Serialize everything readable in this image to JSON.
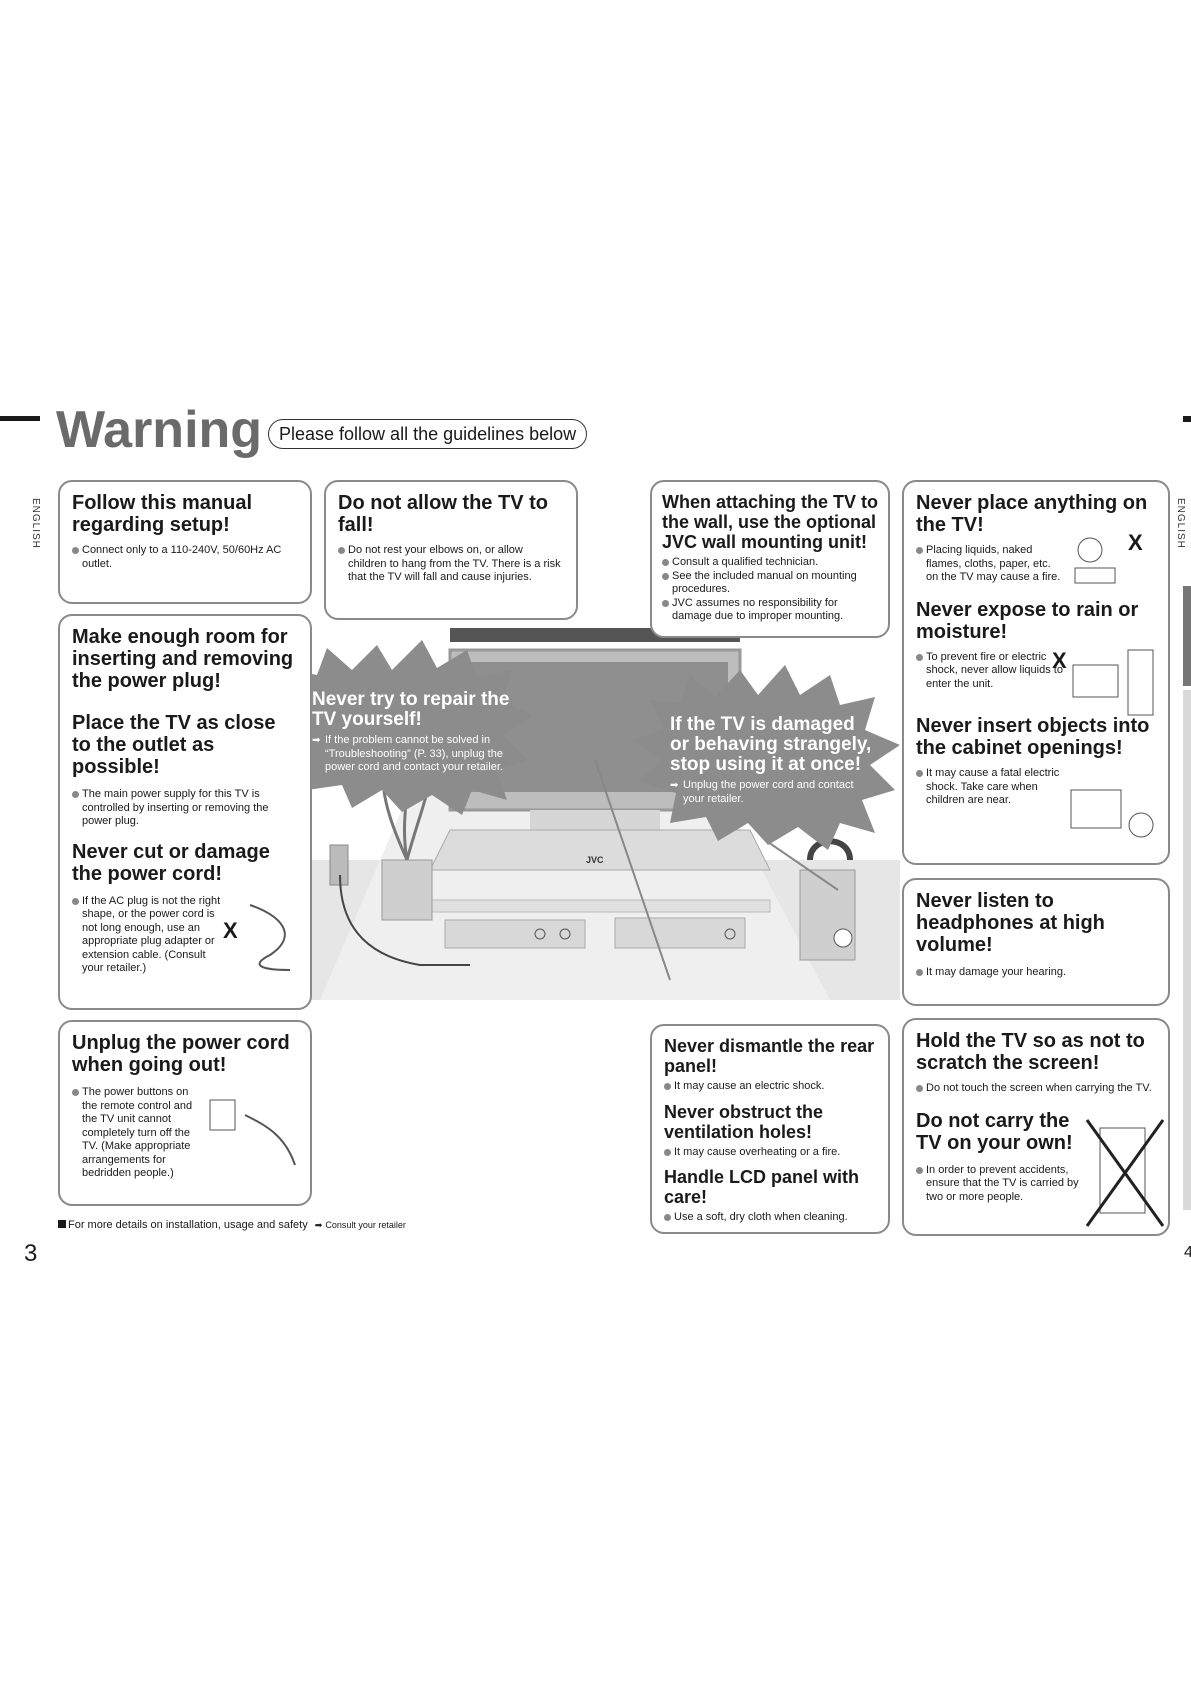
{
  "header": {
    "title": "Warning",
    "subtitle": "Please follow all the guidelines below"
  },
  "side": {
    "language": "ENGLISH"
  },
  "sections": {
    "manual": {
      "heading": "Follow this manual regarding setup!",
      "bullets": [
        "Connect only to a 110-240V, 50/60Hz AC outlet."
      ]
    },
    "fall": {
      "heading": "Do not allow the TV to fall!",
      "bullets": [
        "Do not rest your elbows on, or allow children to hang from the TV. There is a risk that the TV will fall and cause injuries."
      ]
    },
    "wall": {
      "heading": "When attaching the TV to the wall, use the optional JVC wall mounting unit!",
      "bullets": [
        "Consult a qualified technician.",
        "See the included manual on mounting procedures.",
        "JVC assumes no responsibility for damage due to improper mounting."
      ]
    },
    "place": {
      "heading": "Never place anything on the TV!",
      "bullets": [
        "Placing liquids, naked flames, cloths, paper, etc. on the TV may cause a fire."
      ]
    },
    "rain": {
      "heading": "Never expose to rain or moisture!",
      "bullets": [
        "To prevent fire or electric shock, never allow liquids to enter the unit."
      ]
    },
    "insert": {
      "heading": "Never insert objects into the cabinet openings!",
      "bullets": [
        "It may cause a fatal electric shock. Take care when children are near."
      ]
    },
    "room": {
      "heading": "Make enough room for inserting and removing the power plug!"
    },
    "close": {
      "heading": "Place the TV as close to the outlet as possible!",
      "bullets": [
        "The main power supply for this TV is controlled by inserting or removing the power plug."
      ]
    },
    "cord": {
      "heading": "Never cut or damage the power cord!",
      "bullets": [
        "If the AC plug is not the right shape, or the power cord is not long enough, use an appropriate plug adapter or extension cable. (Consult your retailer.)"
      ]
    },
    "repair": {
      "heading": "Never try to repair the TV yourself!",
      "note": "If the problem cannot be solved in “Troubleshooting” (P. 33), unplug the power cord and contact your retailer."
    },
    "damaged": {
      "heading": "If the TV is damaged or behaving strangely, stop using it at once!",
      "note": "Unplug the power cord and contact your retailer."
    },
    "headphones": {
      "heading": "Never listen to headphones at high volume!",
      "bullets": [
        "It may damage your hearing."
      ]
    },
    "unplug": {
      "heading": "Unplug the power cord when going out!",
      "bullets": [
        "The power buttons on the remote control and the TV unit cannot completely turn off the TV. (Make appropriate arrangements for bedridden people.)"
      ]
    },
    "dismantle": {
      "heading": "Never dismantle the rear panel!",
      "bullets": [
        "It may cause an electric shock."
      ]
    },
    "vent": {
      "heading": "Never obstruct the ventilation holes!",
      "bullets": [
        "It may cause overheating or a fire."
      ]
    },
    "lcd": {
      "heading": "Handle LCD panel with care!",
      "bullets": [
        "Use a soft, dry cloth when cleaning."
      ]
    },
    "hold": {
      "heading": "Hold the TV so as not to scratch the screen!",
      "bullets": [
        "Do not touch the screen when carrying the TV."
      ]
    },
    "carry": {
      "heading": "Do not carry the TV on your own!",
      "bullets": [
        "In order to prevent accidents, ensure that the TV is carried by two or more people."
      ]
    }
  },
  "footer": {
    "note": "For more details on installation, usage and safety",
    "consult": "Consult your retailer",
    "page_left": "3",
    "page_right": "4"
  },
  "illustration": {
    "tv_brand": "JVC",
    "x_mark": "X"
  },
  "colors": {
    "border": "#8a8a8a",
    "burst": "#8c8c8c",
    "scene": "#e6e6e6"
  }
}
